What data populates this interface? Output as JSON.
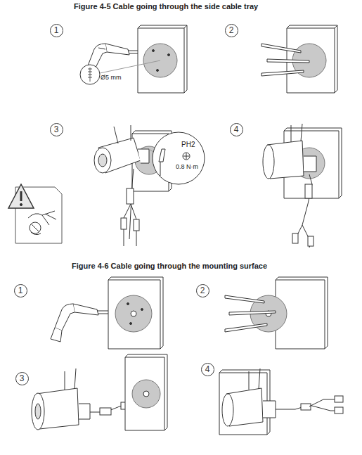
{
  "diagram": {
    "nodes": [
      {
        "text": [
          "1"
        ]
      },
      {
        "text": [
          "2"
        ]
      },
      {
        "text": [
          "3"
        ]
      },
      {
        "text": [
          "4"
        ]
      },
      {
        "text": [
          "1"
        ]
      },
      {
        "text": [
          "2"
        ]
      },
      {
        "text": [
          "3"
        ]
      },
      {
        "text": [
          "4"
        ]
      }
    ],
    "labels": [
      "Figure 4-5 Cable going through the side cable tray",
      "Ø5 mm",
      "PH2",
      "0.8 N·m",
      "Figure 4-6 Cable going through the mounting surface"
    ]
  }
}
